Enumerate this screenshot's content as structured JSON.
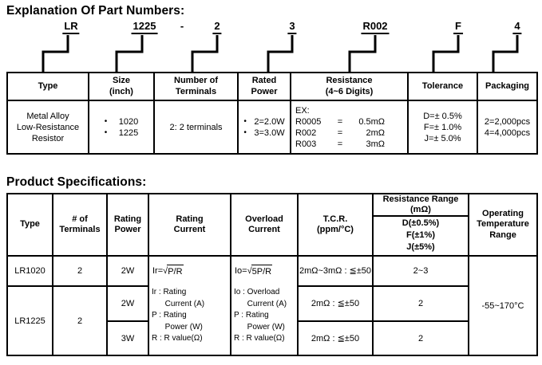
{
  "icons": {
    "bullet": "•"
  },
  "headings": {
    "part_numbers": "Explanation Of Part Numbers:",
    "product_specs": "Product Specifications:"
  },
  "part_number": {
    "segments": [
      "LR",
      "1225",
      "-",
      "2",
      "3",
      "R002",
      "F",
      "4"
    ]
  },
  "part_table": {
    "headers": [
      "Type",
      "Size\n(inch)",
      "Number of\nTerminals",
      "Rated\nPower",
      "Resistance\n(4~6 Digits)",
      "Tolerance",
      "Packaging"
    ],
    "row": {
      "type": "Metal Alloy\nLow-Resistance\nResistor",
      "sizes": [
        "1020",
        "1225"
      ],
      "terminals": "2: 2 terminals",
      "rated_power": [
        "2=2.0W",
        "3=3.0W"
      ],
      "resistance_label": "EX:",
      "resistance_examples": [
        {
          "code": "R0005",
          "eq": "=",
          "value": "0.5mΩ"
        },
        {
          "code": "R002",
          "eq": "=",
          "value": "2mΩ"
        },
        {
          "code": "R003",
          "eq": "=",
          "value": "3mΩ"
        }
      ],
      "tolerance": "D=± 0.5%\nF=± 1.0%\nJ=± 5.0%",
      "packaging": "2=2,000pcs\n4=4,000pcs"
    }
  },
  "spec_table": {
    "headers": {
      "type": "Type",
      "terminals": "# of\nTerminals",
      "rating_power": "Rating\nPower",
      "rating_current": "Rating\nCurrent",
      "overload_current": "Overload\nCurrent",
      "tcr": "T.C.R.\n(ppm/°C)",
      "resistance_range_title": "Resistance Range\n(mΩ)",
      "resistance_range_tolerances": "D(±0.5%)\nF(±1%)\nJ(±5%)",
      "operating_temp": "Operating\nTemperature\nRange"
    },
    "rating_current_cell": {
      "prefix": "Ir=",
      "sqrt": "√",
      "radicand": "P/R",
      "definitions": "Ir : Rating\n      Current (A)\nP : Rating\n      Power (W)\nR : R value(Ω)"
    },
    "overload_current_cell": {
      "prefix": "Io=",
      "sqrt": "√",
      "radicand": "5P/R",
      "definitions": "Io : Overload\n      Current (A)\nP : Rating\n      Power (W)\nR : R value(Ω)"
    },
    "rows": [
      {
        "type": "LR1020",
        "terminals": "2",
        "power": "2W",
        "tcr": "2mΩ~3mΩ : ≦±50",
        "resistance_range": "2~3"
      },
      {
        "type": "LR1225",
        "terminals": "2",
        "power": "2W",
        "tcr": "2mΩ : ≦±50",
        "resistance_range": "2"
      },
      {
        "power": "3W",
        "tcr": "2mΩ : ≦±50",
        "resistance_range": "2"
      }
    ],
    "operating_temp_value": "-55~170°C"
  }
}
